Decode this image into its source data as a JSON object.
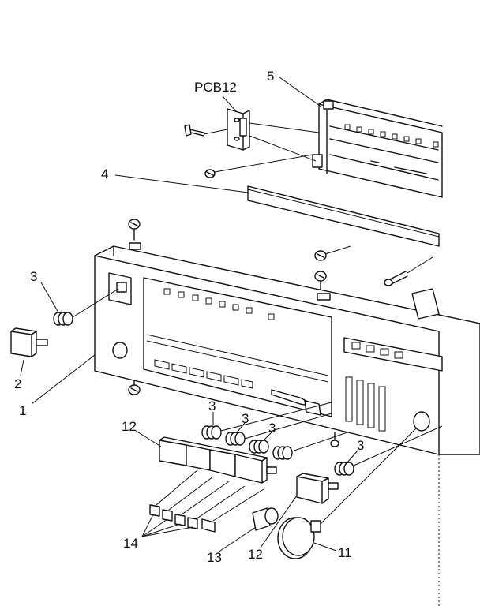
{
  "labels": {
    "pcb12": "PCB12",
    "l5": "5",
    "l4": "4",
    "l3a": "3",
    "l2": "2",
    "l1": "1",
    "l12a": "12",
    "l3b": "3",
    "l3c": "3",
    "l3d": "3",
    "l3e": "3",
    "l14": "14",
    "l13": "13",
    "l12b": "12",
    "l11": "11"
  }
}
